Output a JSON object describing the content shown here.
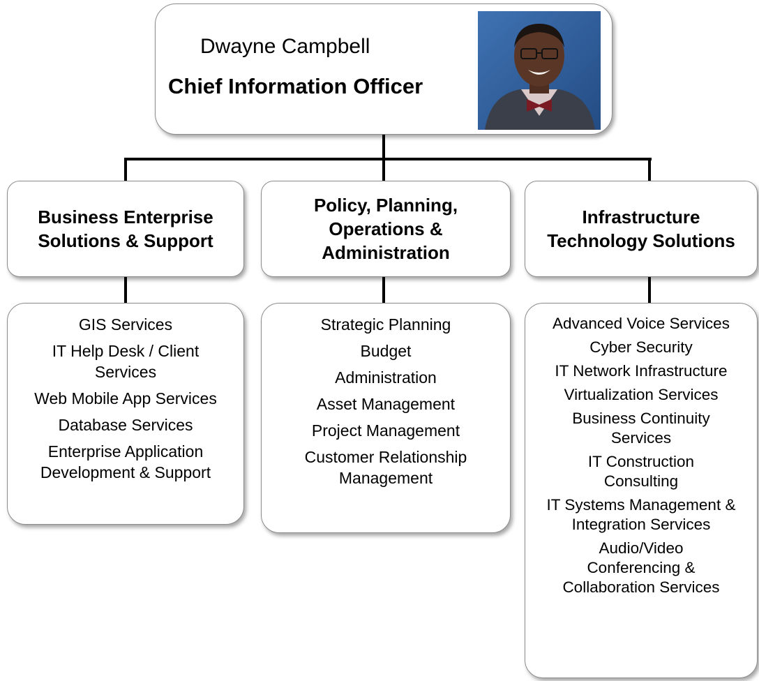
{
  "executive": {
    "name": "Dwayne Campbell",
    "title": "Chief Information Officer",
    "photo": {
      "background": "#2f5f9e",
      "suit": "#3a3f4a",
      "shirt": "#d9c9c9",
      "bowtie": "#7a1a22",
      "skin": "#5a3626"
    }
  },
  "divisions": [
    {
      "heading": "Business Enterprise Solutions & Support",
      "services": [
        "GIS Services",
        "IT Help Desk / Client Services",
        "Web Mobile App Services",
        "Database Services",
        "Enterprise Application Development & Support"
      ]
    },
    {
      "heading": "Policy, Planning, Operations & Administration",
      "services": [
        "Strategic Planning",
        "Budget",
        "Administration",
        "Asset Management",
        "Project Management",
        "Customer Relationship Management"
      ]
    },
    {
      "heading": "Infrastructure Technology Solutions",
      "services": [
        "Advanced Voice Services",
        "Cyber Security",
        "IT Network Infrastructure",
        "Virtualization Services",
        "Business Continuity Services",
        "IT Construction Consulting",
        "IT Systems Management & Integration Services",
        "Audio/Video Conferencing & Collaboration Services"
      ]
    }
  ],
  "colors": {
    "box_border": "#8c8c8c",
    "connector": "#000000",
    "text": "#000000"
  }
}
